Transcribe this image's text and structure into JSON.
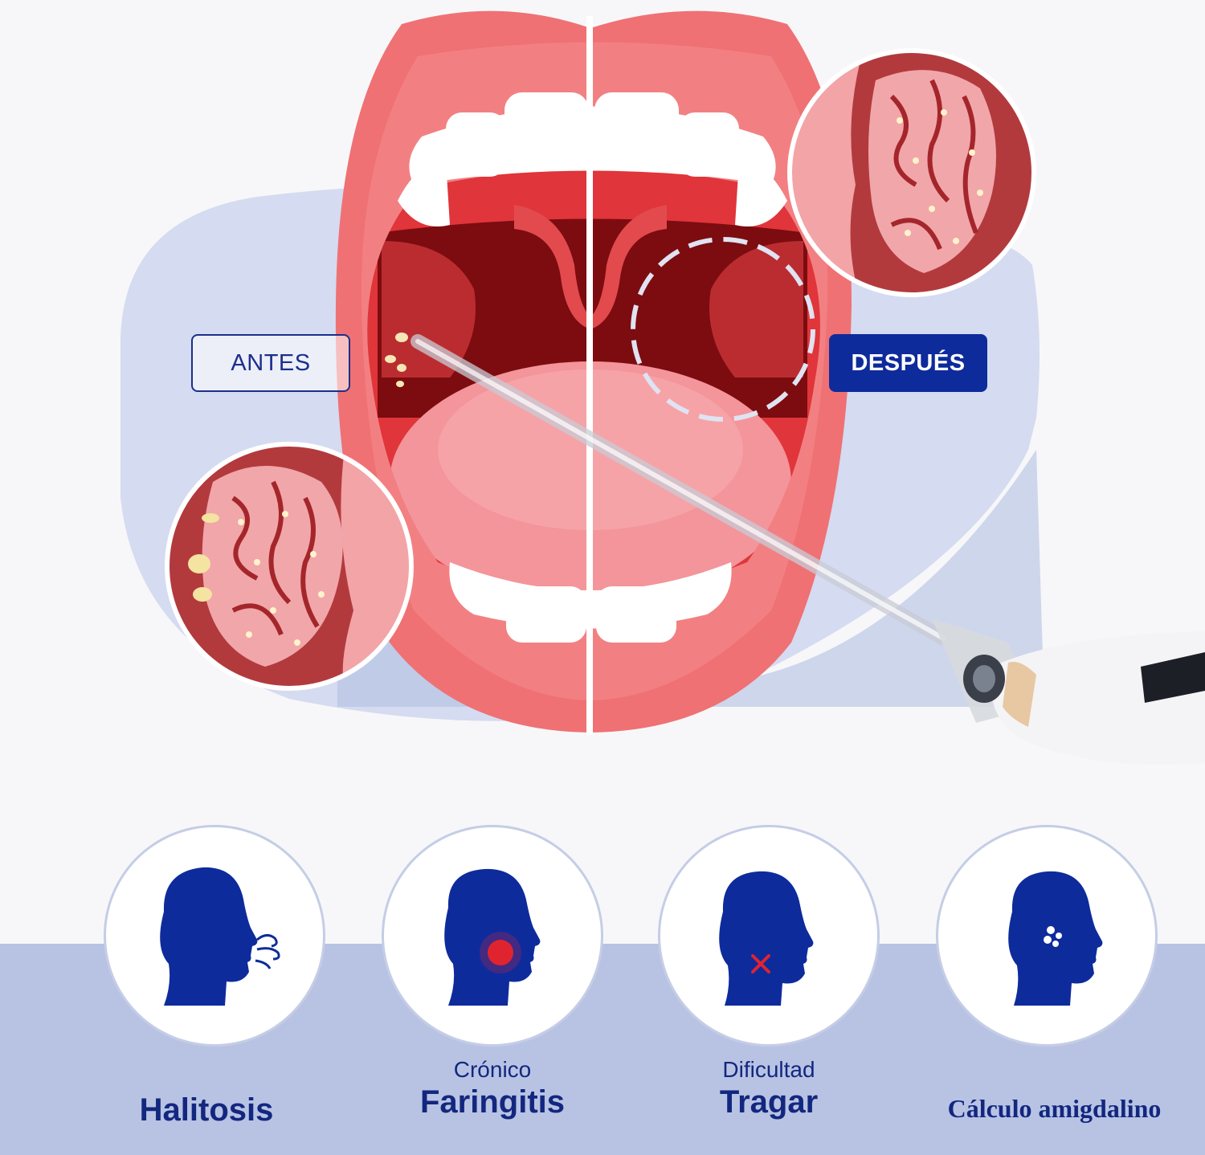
{
  "labels": {
    "before": "ANTES",
    "after": "DESPUÉS"
  },
  "symptoms": [
    {
      "icon": "halitosis-head-icon",
      "line1": "",
      "line2": "Halitosis"
    },
    {
      "icon": "pharyngitis-head-icon",
      "line1": "Crónico",
      "line2": "Faringitis"
    },
    {
      "icon": "swallowing-difficulty-head-icon",
      "line1": "Dificultad",
      "line2": "Tragar"
    },
    {
      "icon": "tonsil-stone-head-icon",
      "line1": "",
      "line2": "Cálculo amigdalino"
    }
  ],
  "colors": {
    "brand_blue": "#0e2b9c",
    "band": "#b8c3e4",
    "lips": "#ee6f72",
    "mouth_inside": "#7a0d0d",
    "tongue": "#f6a0a4"
  }
}
